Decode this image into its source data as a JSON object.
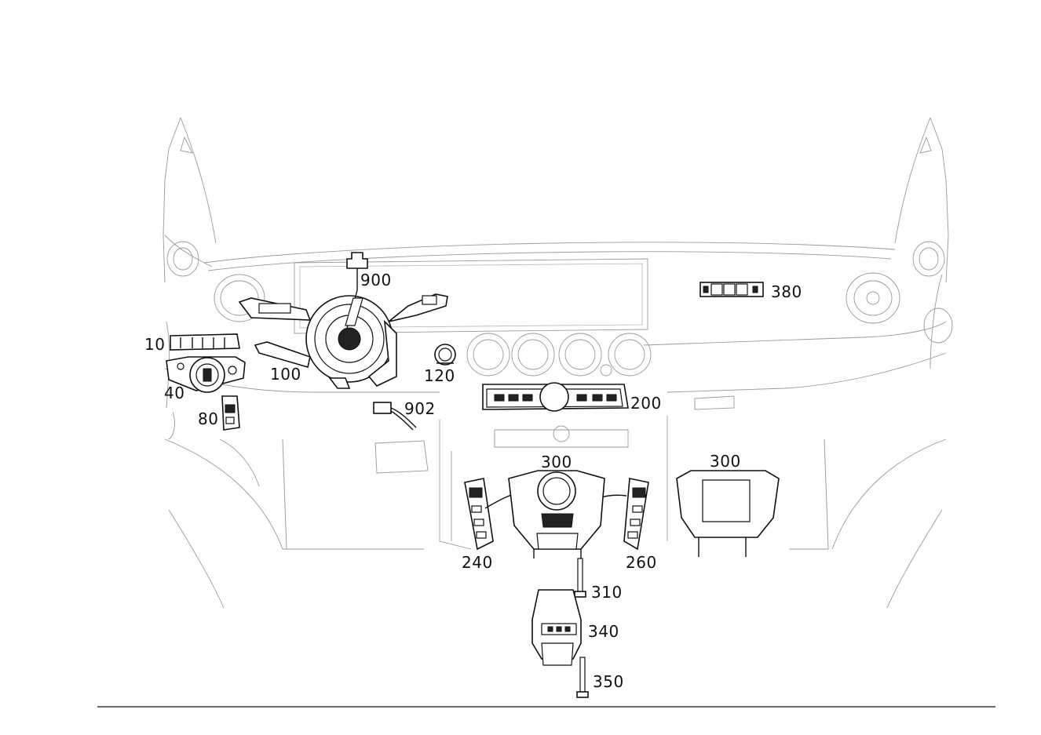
{
  "diagram": {
    "callouts": [
      {
        "id": "c10",
        "text": "10"
      },
      {
        "id": "c40",
        "text": "40"
      },
      {
        "id": "c80",
        "text": "80"
      },
      {
        "id": "c100",
        "text": "100"
      },
      {
        "id": "c120",
        "text": "120"
      },
      {
        "id": "c200",
        "text": "200"
      },
      {
        "id": "c240",
        "text": "240"
      },
      {
        "id": "c260",
        "text": "260"
      },
      {
        "id": "c300a",
        "text": "300"
      },
      {
        "id": "c300b",
        "text": "300"
      },
      {
        "id": "c310",
        "text": "310"
      },
      {
        "id": "c340",
        "text": "340"
      },
      {
        "id": "c350",
        "text": "350"
      },
      {
        "id": "c380",
        "text": "380"
      },
      {
        "id": "c900",
        "text": "900"
      },
      {
        "id": "c902",
        "text": "902"
      }
    ],
    "colors": {
      "line": "#111111",
      "background_line": "#9a9a9a",
      "paper": "#ffffff"
    }
  }
}
